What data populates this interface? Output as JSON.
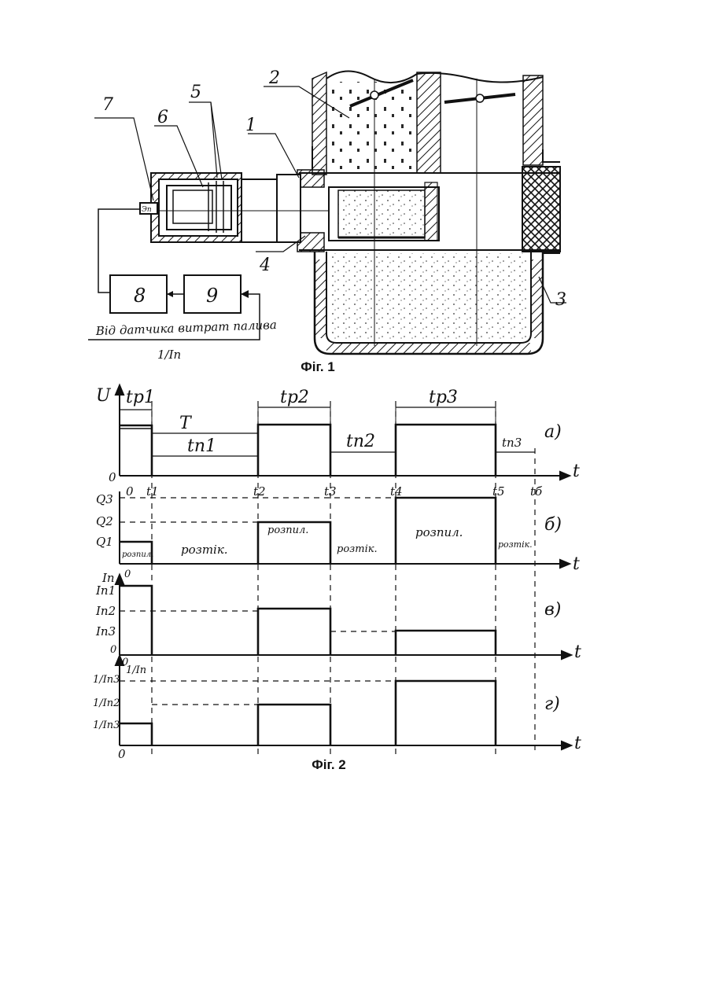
{
  "figure1": {
    "caption": "Фіг. 1",
    "part_labels": [
      "1",
      "2",
      "3",
      "4",
      "5",
      "6",
      "7",
      "8",
      "9"
    ],
    "block_8": "8",
    "block_9": "9",
    "sensor_text": "Від датчика витрат палива",
    "sensor_value": "1/Iп"
  },
  "figure2": {
    "caption": "Фіг. 2",
    "panel_a": {
      "tag": "а)",
      "y_axis": "U",
      "zero": "0",
      "t_axis": "t",
      "time_ticks": [
        "0",
        "t1",
        "t2",
        "t3",
        "t4",
        "t5",
        "tб"
      ],
      "intervals": [
        "tp1",
        "T",
        "tn1",
        "tp2",
        "tn2",
        "tp3",
        "tn3"
      ]
    },
    "panel_b": {
      "tag": "б)",
      "y_ticks": [
        "Q3",
        "Q2",
        "Q1"
      ],
      "zero": "0",
      "t_axis": "t",
      "phases": [
        "розпил.",
        "розтік.",
        "розпил.",
        "розтік.",
        "розпил.",
        "розтік."
      ]
    },
    "panel_c": {
      "tag": "в)",
      "y_axis": "Iп",
      "y_ticks": [
        "Iп1",
        "Iп2",
        "Iп3"
      ],
      "zero": "0",
      "t_axis": "t"
    },
    "panel_d": {
      "tag": "г)",
      "y_axis": "1/Iп",
      "y_ticks": [
        "1/Iп3",
        "1/Iп2",
        "1/Iп3"
      ],
      "zero": "0",
      "t_axis": "t"
    }
  }
}
